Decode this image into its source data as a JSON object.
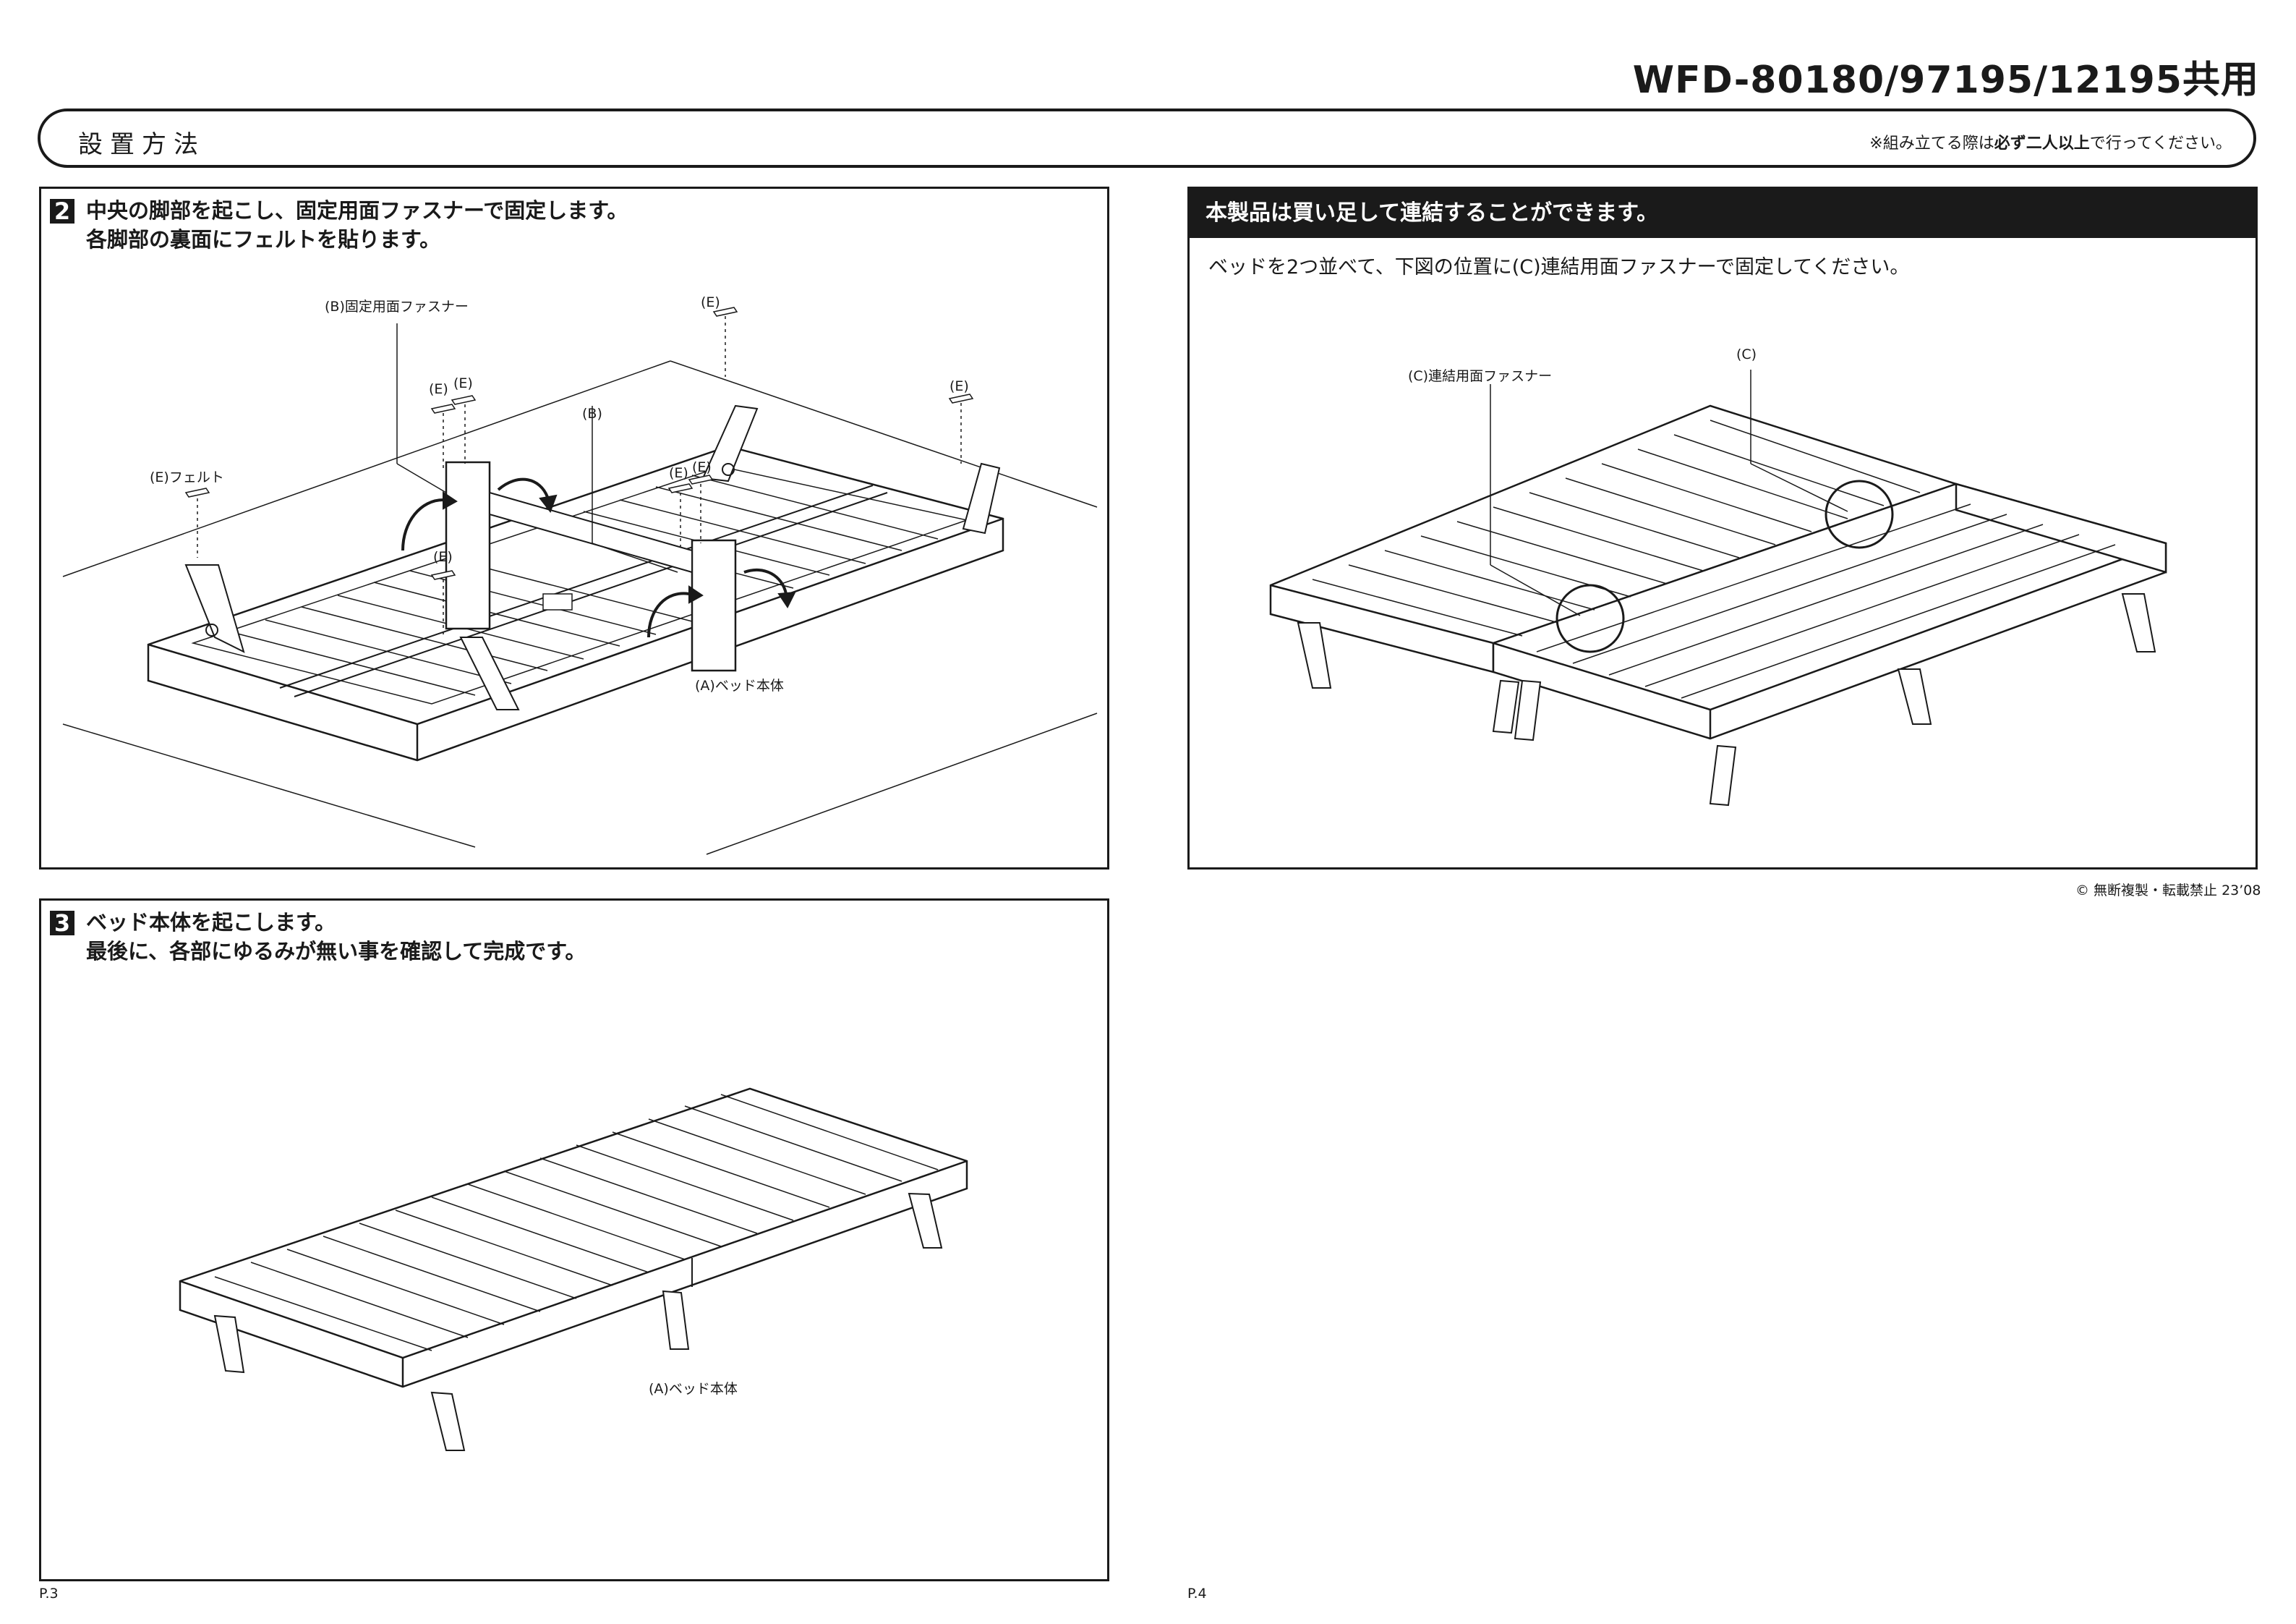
{
  "header": {
    "model": "WFD-80180/97195/12195共用",
    "section_title": "設置方法",
    "note_prefix": "※組み立てる際は",
    "note_bold": "必ず二人以上",
    "note_suffix": "で行ってください。"
  },
  "step2": {
    "number": "2",
    "line1": "中央の脚部を起こし、固定用面ファスナーで固定します。",
    "line2": "各脚部の裏面にフェルトを貼ります。",
    "labels": {
      "fastener_b": "(B)固定用面ファスナー",
      "e": "(E)",
      "b": "(B)",
      "felt": "(E)フェルト",
      "bed_body": "(A)ベッド本体"
    }
  },
  "step3": {
    "number": "3",
    "line1": "ベッド本体を起こします。",
    "line2": "最後に、各部にゆるみが無い事を確認して完成です。",
    "label_bed": "(A)ベッド本体"
  },
  "connect": {
    "heading": "本製品は買い足して連結することができます。",
    "description": "ベッドを2つ並べて、下図の位置に(C)連結用面ファスナーで固定してください。",
    "label_fastener": "(C)連結用面ファスナー",
    "label_c": "(C)"
  },
  "footer": {
    "copyright": "© 無断複製・転載禁止 23’08",
    "page_left": "P.3",
    "page_right": "P.4"
  }
}
